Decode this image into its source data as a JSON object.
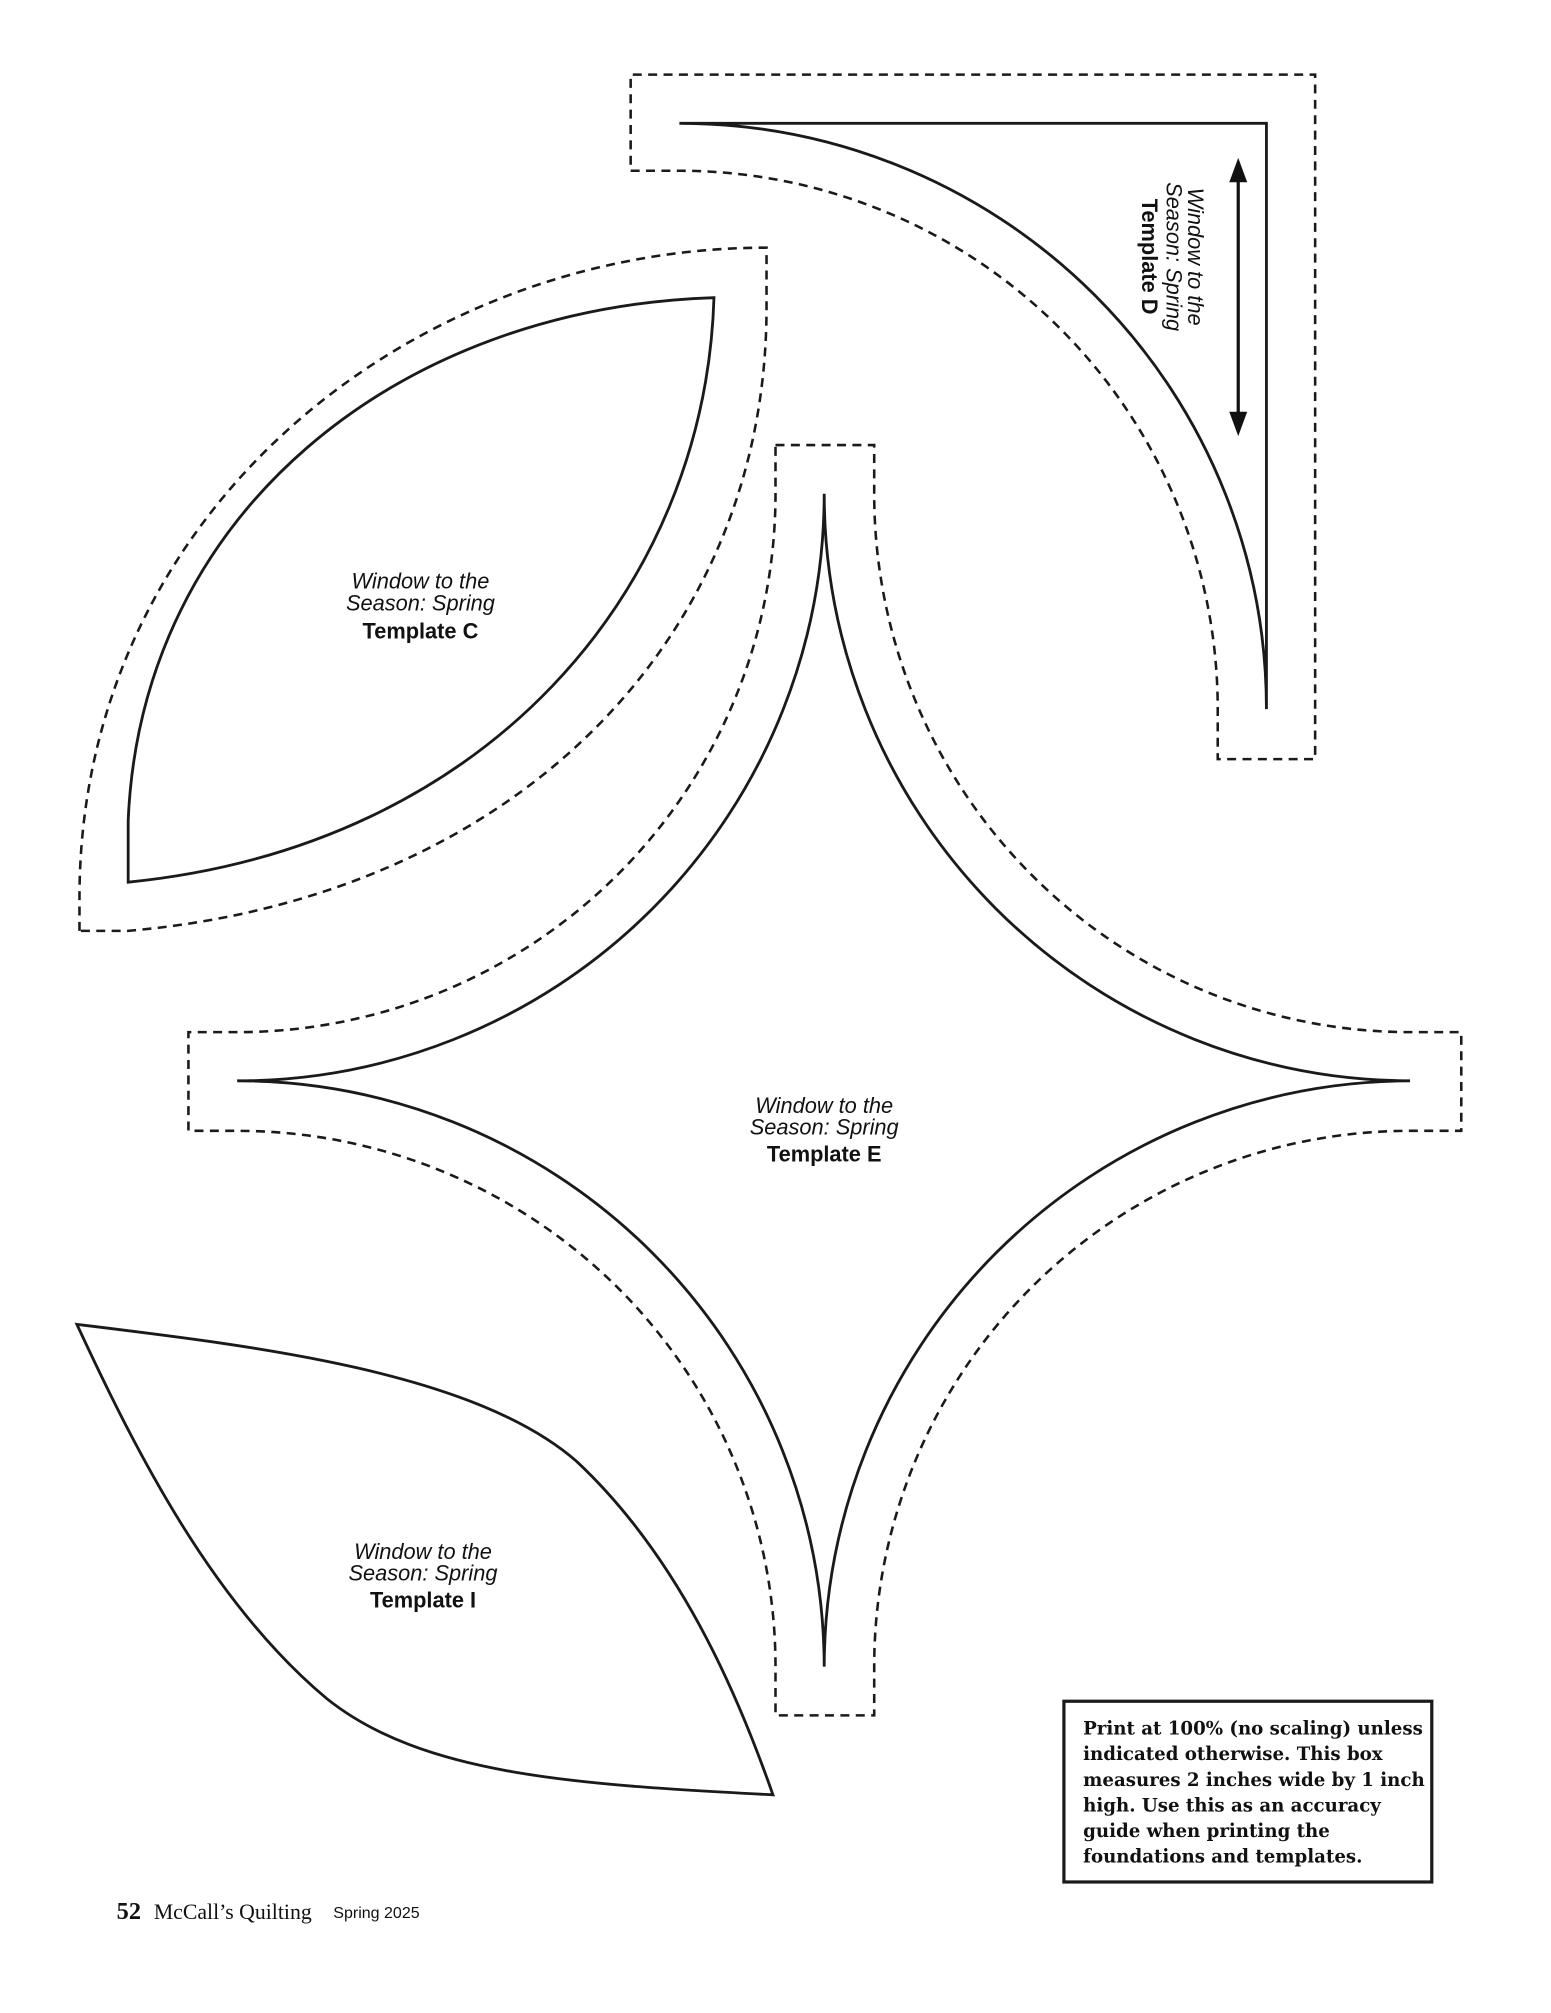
{
  "templates": {
    "c": {
      "line1": "Window to the",
      "line2": "Season: Spring",
      "name": "Template C"
    },
    "d": {
      "line1": "Window to the",
      "line2": "Season: Spring",
      "name": "Template D"
    },
    "e": {
      "line1": "Window to the",
      "line2": "Season: Spring",
      "name": "Template E"
    },
    "i": {
      "line1": "Window to the",
      "line2": "Season: Spring",
      "name": "Template I"
    }
  },
  "print_note": {
    "lines": [
      "Print at 100% (no scaling) unless",
      "indicated otherwise. This box",
      "measures 2 inches wide by 1 inch",
      "high. Use this as an accuracy",
      "guide when printing the",
      "foundations and templates."
    ]
  },
  "footer": {
    "page_number": "52",
    "magazine": "McCall’s Quilting",
    "issue": "Spring 2025"
  },
  "icons": {
    "grain_arrow": "double-arrow-icon"
  }
}
